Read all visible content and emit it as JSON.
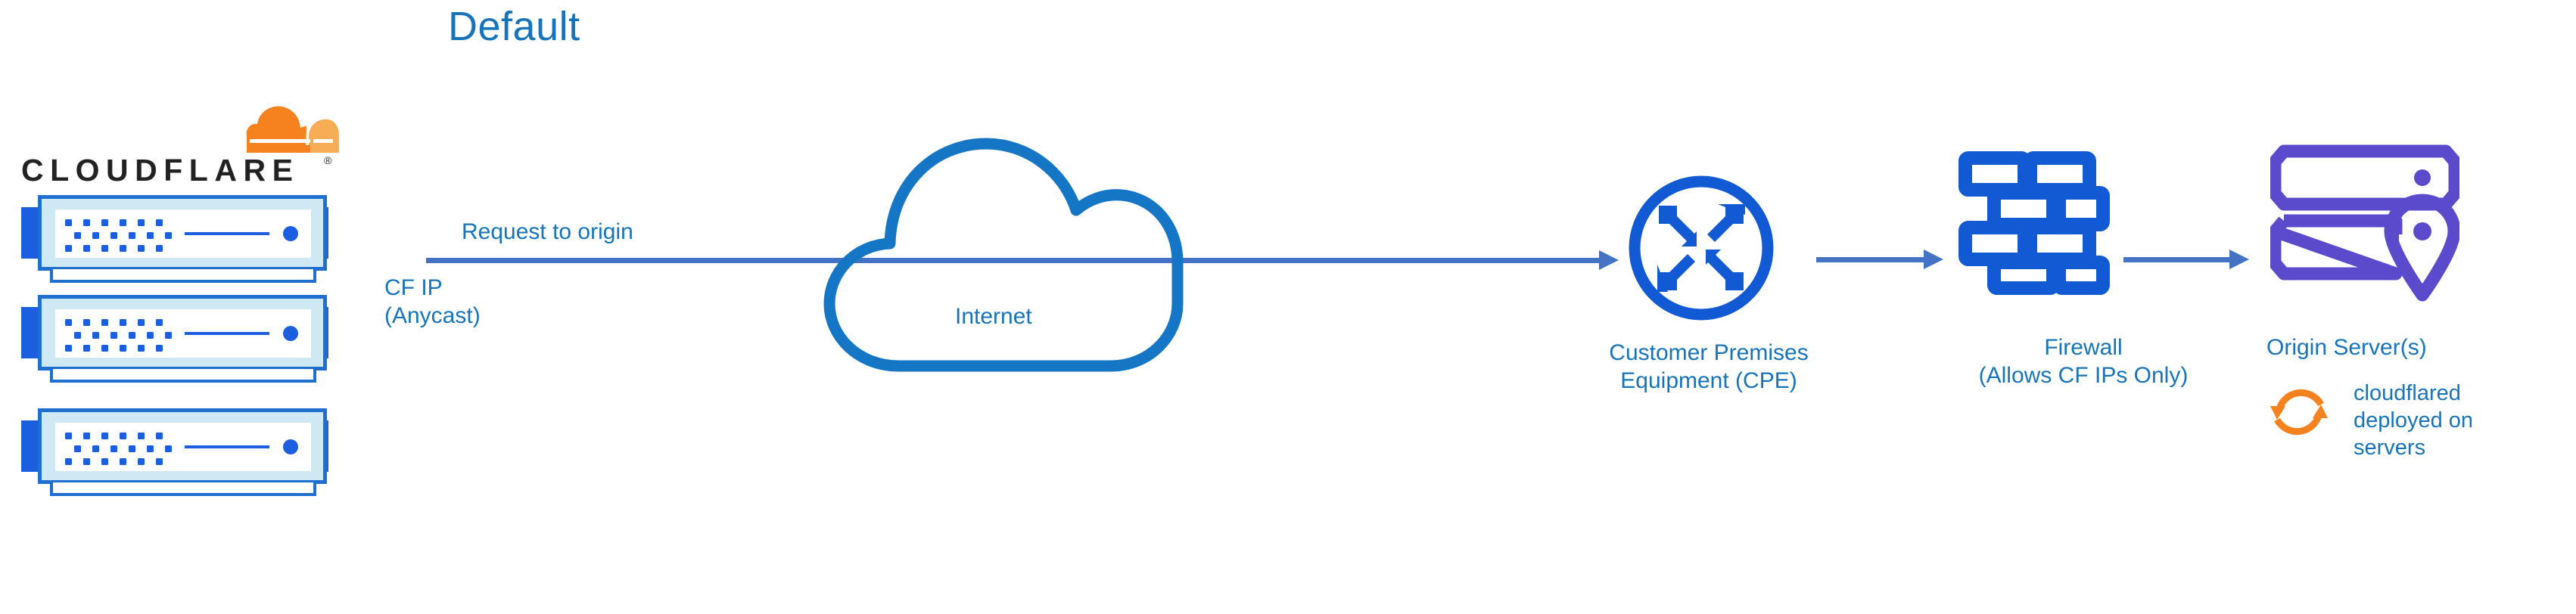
{
  "diagram": {
    "title": "Default",
    "title_color": "#1874BA",
    "accent_blue": "#1874BA",
    "arrow_blue": "#4472C4",
    "icon_blue": "#1B5FE0",
    "origin_purple": "#5B4BCC",
    "cloudflare_orange": "#F6821F"
  },
  "brand": {
    "wordmark": "CLOUDFLARE",
    "registered_mark": "®",
    "cloud_icon_name": "cloudflare-cloud-logo"
  },
  "edge_servers": {
    "icon_name": "rack-server-icon",
    "count": 3
  },
  "labels": {
    "request_to_origin": "Request to origin",
    "cf_ip": "CF IP\n(Anycast)",
    "internet": "Internet",
    "cpe": "Customer Premises\nEquipment (CPE)",
    "firewall": "Firewall\n(Allows CF IPs Only)",
    "origin_server": "Origin Server(s)",
    "cloudflared": "cloudflared\ndeployed on\nservers"
  },
  "nodes": [
    {
      "id": "cloudflare-edge",
      "label": "CLOUDFLARE",
      "icon": "rack-server-icon"
    },
    {
      "id": "internet",
      "label": "Internet",
      "icon": "cloud-outline-icon"
    },
    {
      "id": "cpe",
      "label": "Customer Premises Equipment (CPE)",
      "icon": "router-icon"
    },
    {
      "id": "firewall",
      "label": "Firewall (Allows CF IPs Only)",
      "icon": "brick-wall-icon"
    },
    {
      "id": "origin",
      "label": "Origin Server(s)",
      "icon": "server-location-pin-icon"
    }
  ],
  "connections": [
    {
      "from": "cloudflare-edge",
      "to": "cpe",
      "label": "Request to origin"
    },
    {
      "from": "cpe",
      "to": "firewall",
      "label": ""
    },
    {
      "from": "firewall",
      "to": "origin",
      "label": ""
    }
  ],
  "annotations": [
    {
      "id": "cloudflared-note",
      "icon": "sync-arrows-icon",
      "text": "cloudflared deployed on servers"
    }
  ]
}
